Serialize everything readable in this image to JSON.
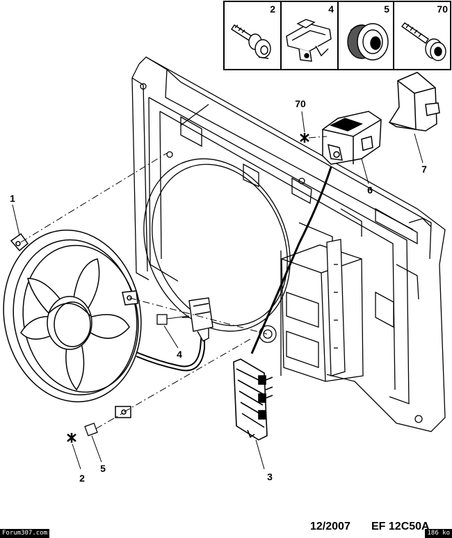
{
  "parts_kit": [
    {
      "number": "2",
      "icon": "bolt-with-washer-icon"
    },
    {
      "number": "4",
      "icon": "clip-connector-icon"
    },
    {
      "number": "5",
      "icon": "rubber-grommet-icon"
    },
    {
      "number": "70",
      "icon": "self-tapping-screw-icon"
    }
  ],
  "callouts": {
    "fan_assembly": "1",
    "screw_fan": "2",
    "resistor": "3",
    "connector_clip": "4",
    "grommet": "5",
    "relay_module": "6",
    "relay_cover": "7",
    "screw_relay": "70"
  },
  "footer": {
    "date": "12/2007",
    "reference": "EF 12C50A"
  },
  "watermark": {
    "site": "Forum307.com",
    "size": "186 ko"
  }
}
